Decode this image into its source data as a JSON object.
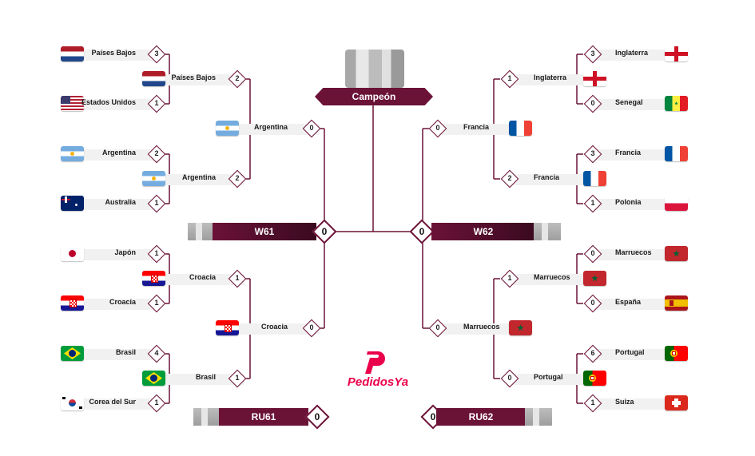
{
  "final": {
    "label": "Campeón"
  },
  "semis": {
    "w61": {
      "label": "W61",
      "score": "0"
    },
    "w62": {
      "label": "W62",
      "score": "0"
    }
  },
  "thirdplace": {
    "ru61": {
      "label": "RU61",
      "score": "0"
    },
    "ru62": {
      "label": "RU62",
      "score": "0"
    }
  },
  "brand": {
    "name": "PedidosYa",
    "color": "#ea004b"
  },
  "colors": {
    "maroon": "#6b1237",
    "line": "#6b1237"
  },
  "left": {
    "r16": [
      {
        "name": "Países Bajos",
        "flag": "nl",
        "score": "3"
      },
      {
        "name": "Estados Unidos",
        "flag": "us",
        "score": "1"
      },
      {
        "name": "Argentina",
        "flag": "ar",
        "score": "2"
      },
      {
        "name": "Australia",
        "flag": "au",
        "score": "1"
      },
      {
        "name": "Japón",
        "flag": "jp",
        "score": "1"
      },
      {
        "name": "Croacia",
        "flag": "hr",
        "score": "1"
      },
      {
        "name": "Brasil",
        "flag": "br",
        "score": "4"
      },
      {
        "name": "Corea del Sur",
        "flag": "kr",
        "score": "1"
      }
    ],
    "qf": [
      {
        "name": "Países Bajos",
        "flag": "nl",
        "score": "2"
      },
      {
        "name": "Argentina",
        "flag": "ar",
        "score": "2"
      },
      {
        "name": "Croacia",
        "flag": "hr",
        "score": "1"
      },
      {
        "name": "Brasil",
        "flag": "br",
        "score": "1"
      }
    ],
    "sf": [
      {
        "name": "Argentina",
        "flag": "ar",
        "score": "0"
      },
      {
        "name": "Croacia",
        "flag": "hr",
        "score": "0"
      }
    ]
  },
  "right": {
    "r16": [
      {
        "name": "Inglaterra",
        "flag": "en",
        "score": "3"
      },
      {
        "name": "Senegal",
        "flag": "sn",
        "score": "0"
      },
      {
        "name": "Francia",
        "flag": "fr",
        "score": "3"
      },
      {
        "name": "Polonia",
        "flag": "pl",
        "score": "1"
      },
      {
        "name": "Marruecos",
        "flag": "ma",
        "score": "0"
      },
      {
        "name": "España",
        "flag": "es",
        "score": "0"
      },
      {
        "name": "Portugal",
        "flag": "pt",
        "score": "6"
      },
      {
        "name": "Suiza",
        "flag": "ch",
        "score": "1"
      }
    ],
    "qf": [
      {
        "name": "Inglaterra",
        "flag": "en",
        "score": "1"
      },
      {
        "name": "Francia",
        "flag": "fr",
        "score": "2"
      },
      {
        "name": "Marruecos",
        "flag": "ma",
        "score": "1"
      },
      {
        "name": "Portugal",
        "flag": "pt",
        "score": "0"
      }
    ],
    "sf": [
      {
        "name": "Francia",
        "flag": "fr",
        "score": "0"
      },
      {
        "name": "Marruecos",
        "flag": "ma",
        "score": "0"
      }
    ]
  }
}
